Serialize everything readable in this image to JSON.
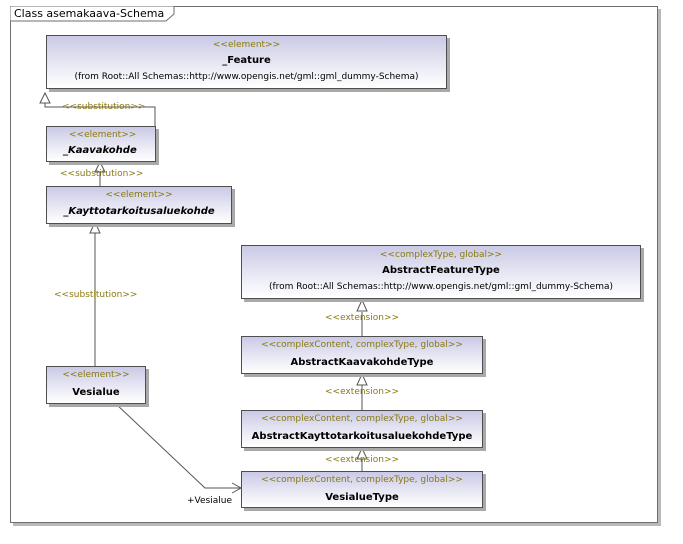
{
  "frame": {
    "title": "Class asemakaava-Schema"
  },
  "classes": {
    "feature": {
      "stereotype": "<<element>>",
      "name": "_Feature",
      "from": "(from Root::All Schemas::http://www.opengis.net/gml::gml_dummy-Schema)"
    },
    "kaavakohde": {
      "stereotype": "<<element>>",
      "name": "_Kaavakohde"
    },
    "kayttotarkoitus": {
      "stereotype": "<<element>>",
      "name": "_Kayttotarkoitusaluekohde"
    },
    "vesialue": {
      "stereotype": "<<element>>",
      "name": "Vesialue"
    },
    "abstract_feature_type": {
      "stereotype": "<<complexType, global>>",
      "name": "AbstractFeatureType",
      "from": "(from Root::All Schemas::http://www.opengis.net/gml::gml_dummy-Schema)"
    },
    "abstract_kaavakohde_type": {
      "stereotype": "<<complexContent, complexType, global>>",
      "name": "AbstractKaavakohdeType"
    },
    "abstract_kayttotarkoitus_type": {
      "stereotype": "<<complexContent, complexType, global>>",
      "name": "AbstractKayttotarkoitusaluekohdeType"
    },
    "vesialue_type": {
      "stereotype": "<<complexContent, complexType, global>>",
      "name": "VesialueType"
    }
  },
  "relations": {
    "substitution_1": "<<substitution>>",
    "substitution_2": "<<substitution>>",
    "substitution_3": "<<substitution>>",
    "extension_1": "<<extension>>",
    "extension_2": "<<extension>>",
    "extension_3": "<<extension>>",
    "association_role": "+Vesialue"
  },
  "colors": {
    "stereotype": "#8a7a12",
    "box_top": "#c9c9e6",
    "border": "#4f4f4f"
  }
}
